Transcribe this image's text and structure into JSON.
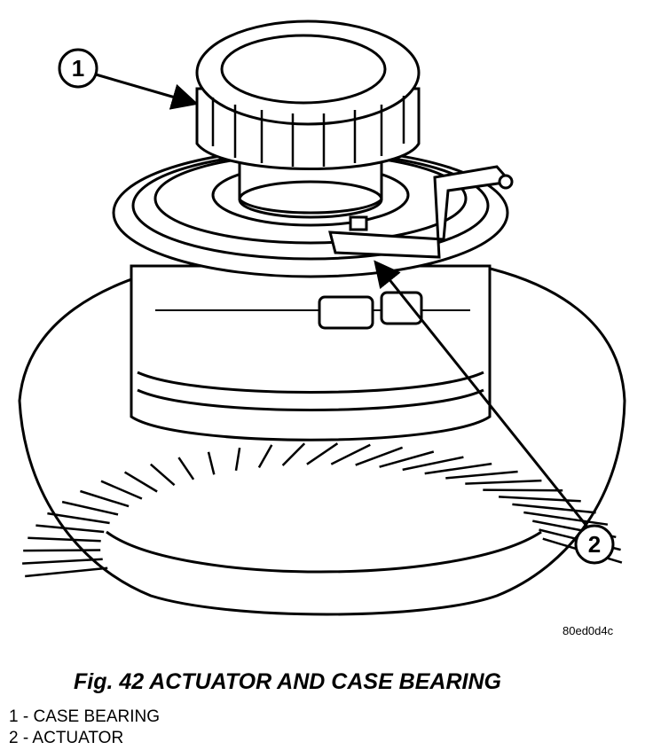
{
  "figure": {
    "image_code": "80ed0d4c",
    "caption": "Fig. 42 ACTUATOR AND CASE BEARING",
    "callouts": [
      "1",
      "2"
    ]
  },
  "legend": [
    {
      "num": "1",
      "sep": " - ",
      "text": "CASE BEARING"
    },
    {
      "num": "2",
      "sep": " - ",
      "text": "ACTUATOR"
    }
  ]
}
